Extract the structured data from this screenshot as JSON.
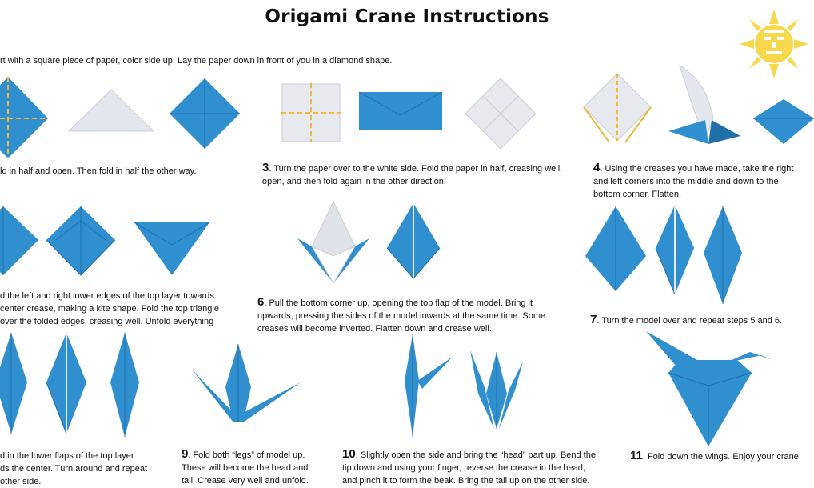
{
  "title": "Origami Crane Instructions",
  "colors": {
    "blue": "#2f8fcf",
    "blue_dark": "#1f6fa8",
    "white_paper": "#e7e9ee",
    "crease": "#f0b93a",
    "sun": "#f7d84a"
  },
  "icons": [
    "sun-emblem-icon"
  ],
  "steps": [
    {
      "num": "",
      "text": "rt with a square piece of paper, color side up. Lay the paper down in front of you in a diamond shape."
    },
    {
      "num": "",
      "text": "ld in half and open. Then fold in half the other way."
    },
    {
      "num": "3",
      "text": ". Turn the paper over to the white side. Fold the paper in half, creasing well,",
      "text2": "open, and then fold again in the other direction."
    },
    {
      "num": "4",
      "text": ". Using the creases you have made, take the right",
      "text2": "and left corners into the middle and down to the",
      "text3": "bottom corner. Flatten."
    },
    {
      "num": "",
      "text": "d the left and right lower edges of the top layer towards",
      "text2": "center crease, making a kite shape. Fold the top triangle",
      "text3": "over the folded edges, creasing well. Unfold everything"
    },
    {
      "num": "6",
      "text": ". Pull the bottom corner up, opening the top flap of the model. Bring it",
      "text2": "upwards, pressing the sides of the model inwards at the same time. Some",
      "text3": "creases will become inverted. Flatten down and crease well."
    },
    {
      "num": "7",
      "text": ". Turn the model over and repeat steps 5 and 6."
    },
    {
      "num": "",
      "text": "d in the lower flaps of the top layer",
      "text2": "ds the center. Turn around and repeat",
      "text3": "other side."
    },
    {
      "num": "9",
      "text": ". Fold both “legs” of model up.",
      "text2": "These will become the head and",
      "text3": "tail. Crease very well and unfold."
    },
    {
      "num": "10",
      "text": ". Slightly open the side and bring the “head” part up. Bend the",
      "text2": "tip down and using your finger, reverse the crease in the head,",
      "text3": "and pinch it to form the beak. Bring the tail up on the other side."
    },
    {
      "num": "11",
      "text": ". Fold down the wings. Enjoy your crane!"
    }
  ]
}
